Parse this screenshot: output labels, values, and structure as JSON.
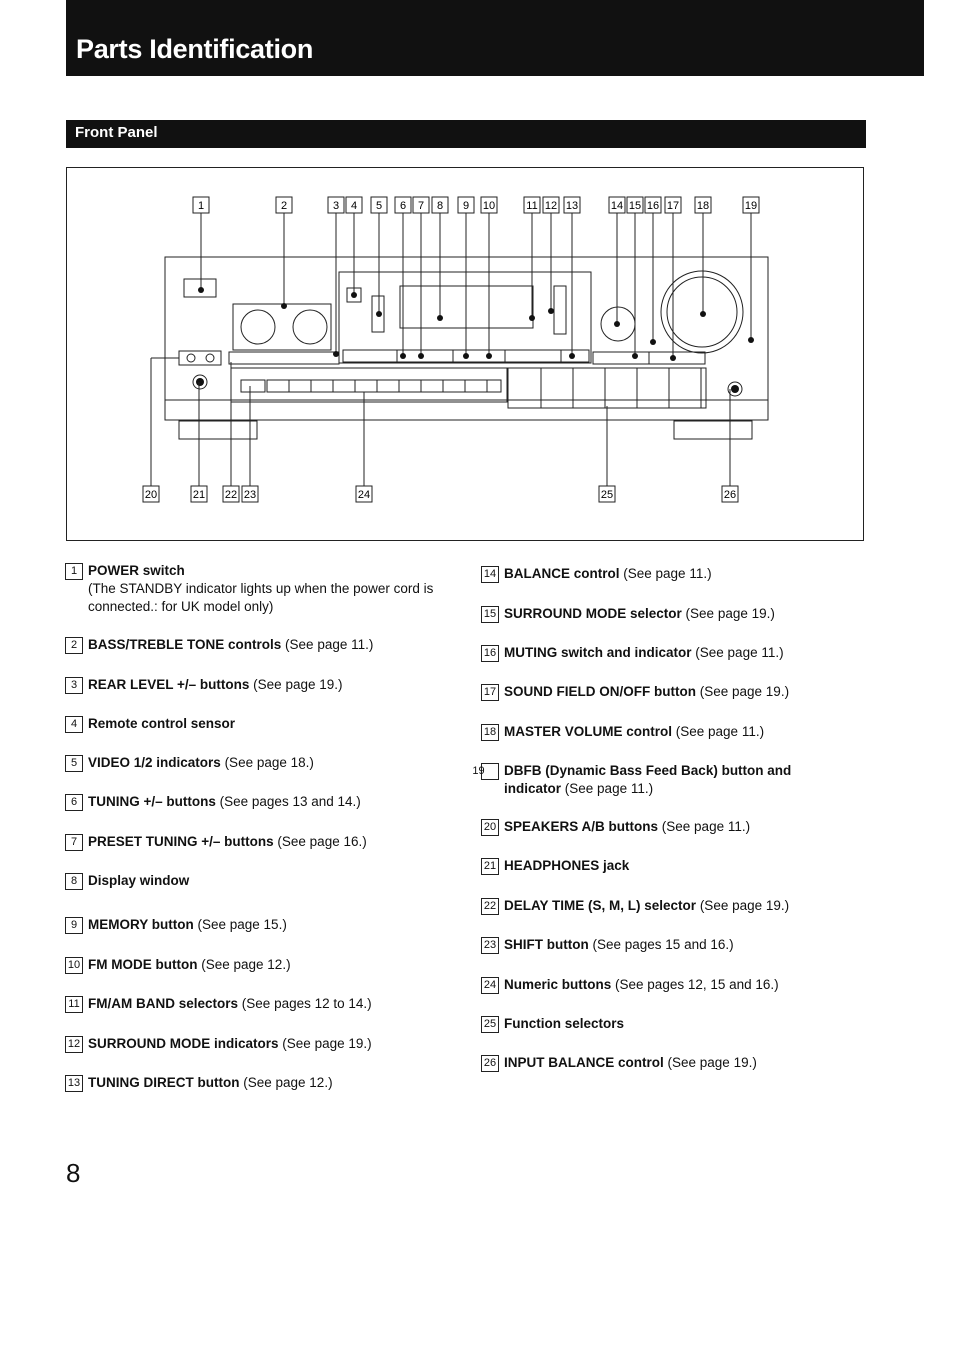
{
  "header": {
    "title": "Parts Identification"
  },
  "section": {
    "title": "Front Panel"
  },
  "figure": {
    "top_labels": [
      "1",
      "2",
      "3",
      "4",
      "5",
      "6",
      "7",
      "8",
      "9",
      "10",
      "11",
      "12",
      "13",
      "14",
      "15",
      "16",
      "17",
      "18",
      "19"
    ],
    "bottom_labels": [
      "20",
      "21",
      "22",
      "23",
      "24",
      "25",
      "26"
    ]
  },
  "items_left": [
    {
      "num": "1",
      "name": "POWER switch",
      "ref": "",
      "note": "(The STANDBY indicator lights up when the power cord is connected.: for UK model only)"
    },
    {
      "num": "2",
      "name": "BASS/TREBLE TONE controls",
      "ref": "(See page 11.)"
    },
    {
      "num": "3",
      "name": "REAR LEVEL +/– buttons",
      "ref": "(See page 19.)"
    },
    {
      "num": "4",
      "name": "Remote control sensor",
      "ref": ""
    },
    {
      "num": "5",
      "name": "VIDEO 1/2 indicators",
      "ref": "(See page 18.)"
    },
    {
      "num": "6",
      "name": "TUNING +/– buttons",
      "ref": "(See pages 13 and 14.)"
    },
    {
      "num": "7",
      "name": "PRESET TUNING +/– buttons",
      "ref": "(See page 16.)"
    },
    {
      "num": "8",
      "name": "Display window",
      "ref": ""
    },
    {
      "num": "9",
      "name": "MEMORY button",
      "ref": "(See page 15.)"
    },
    {
      "num": "10",
      "name": "FM MODE button",
      "ref": "(See page 12.)"
    },
    {
      "num": "11",
      "name": "FM/AM BAND selectors",
      "ref": "(See pages 12 to 14.)"
    },
    {
      "num": "12",
      "name": "SURROUND MODE indicators",
      "ref": "(See page 19.)"
    },
    {
      "num": "13",
      "name": "TUNING DIRECT button",
      "ref": "(See page 12.)"
    }
  ],
  "items_right": [
    {
      "num": "14",
      "name": "BALANCE control",
      "ref": "(See page 11.)"
    },
    {
      "num": "15",
      "name": "SURROUND MODE selector",
      "ref": "(See page 19.)"
    },
    {
      "num": "16",
      "name": "MUTING switch and indicator",
      "ref": "(See page 11.)"
    },
    {
      "num": "17",
      "name": "SOUND FIELD ON/OFF button",
      "ref": "(See page 19.)"
    },
    {
      "num": "18",
      "name": "MASTER VOLUME control",
      "ref": "(See page 11.)"
    },
    {
      "num": "19",
      "name": "DBFB (Dynamic Bass Feed Back) button and indicator",
      "ref": "(See page 11.)"
    },
    {
      "num": "20",
      "name": "SPEAKERS A/B buttons",
      "ref": "(See page 11.)"
    },
    {
      "num": "21",
      "name": "HEADPHONES jack",
      "ref": ""
    },
    {
      "num": "22",
      "name": "DELAY TIME (S, M, L) selector",
      "ref": "(See page 19.)"
    },
    {
      "num": "23",
      "name": "SHIFT button",
      "ref": "(See pages 15 and 16.)"
    },
    {
      "num": "24",
      "name": "Numeric buttons",
      "ref": "(See pages 12, 15 and 16.)"
    },
    {
      "num": "25",
      "name": "Function selectors",
      "ref": ""
    },
    {
      "num": "26",
      "name": "INPUT BALANCE control",
      "ref": "(See page 19.)"
    }
  ],
  "footer": {
    "page_number": "8"
  }
}
